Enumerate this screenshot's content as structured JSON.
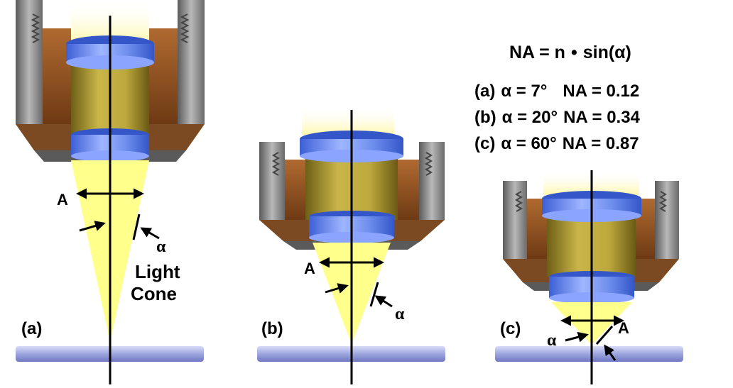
{
  "equation": {
    "lhs": "NA = n",
    "operator": "•",
    "rhs": "sin(α)"
  },
  "values": [
    {
      "label": "(a)",
      "alpha": "α = 7°",
      "na": "NA = 0.12"
    },
    {
      "label": "(b)",
      "alpha": "α = 20°",
      "na": "NA = 0.34"
    },
    {
      "label": "(c)",
      "alpha": "α = 60°",
      "na": "NA = 0.87"
    }
  ],
  "panels": [
    {
      "label": "(a)",
      "aperture_label": "A",
      "angle_symbol": "α",
      "cone_label_line1": "Light",
      "cone_label_line2": "Cone"
    },
    {
      "label": "(b)",
      "aperture_label": "A",
      "angle_symbol": "α"
    },
    {
      "label": "(c)",
      "aperture_label": "A",
      "angle_symbol": "α"
    }
  ],
  "colors": {
    "light_cone": "#ffff8c",
    "lens_glass": "#6f8fee",
    "barrel_gold": "#b9a236",
    "housing_brown": "#9a5a2a",
    "housing_gray": "#8a8a8a",
    "slide_blue": "#9ea6df"
  }
}
